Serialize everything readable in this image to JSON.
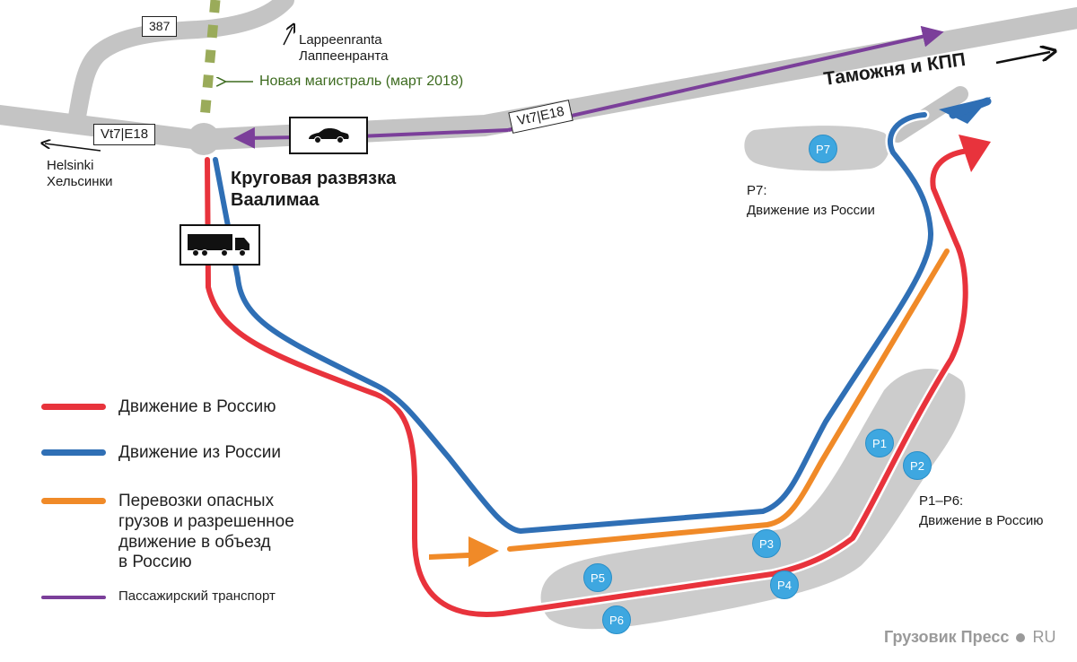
{
  "map": {
    "roads": {
      "route_387": "387",
      "vt7_e18_west": "Vt7|E18",
      "vt7_e18_east": "Vt7|E18"
    },
    "directions": {
      "lappeenranta_lat": "Lappeenranta",
      "lappeenranta_cyr": "Лаппеенранта",
      "helsinki_lat": "Helsinki",
      "helsinki_cyr": "Хельсинки",
      "customs": "Таможня и КПП"
    },
    "new_highway": "Новая магистраль (март 2018)",
    "roundabout": [
      "Круговая развязка",
      "Ваалимаа"
    ],
    "p7": {
      "title": "P7:",
      "desc": "Движение из России"
    },
    "p1_p6": {
      "title": "P1–P6:",
      "desc": "Движение в Россию"
    },
    "parking": [
      "P1",
      "P2",
      "P3",
      "P4",
      "P5",
      "P6",
      "P7"
    ],
    "vehicles": [
      "car-icon",
      "truck-icon"
    ]
  },
  "legend": {
    "items": [
      {
        "color": "#e8333c",
        "text": [
          "Движение в Россию"
        ]
      },
      {
        "color": "#2f6fb5",
        "text": [
          "Движение из России"
        ]
      },
      {
        "color": "#f08a28",
        "text": [
          "Перевозки опасных",
          "грузов и разрешенное",
          "движение в объезд",
          "в Россию"
        ]
      },
      {
        "color": "#7b3f9a",
        "text": [
          "Пассажирский транспорт"
        ]
      }
    ]
  },
  "watermark": "Грузовик Пресс",
  "watermark_suffix": "RU",
  "colors": {
    "road": "#c4c4c4",
    "lot": "#cccccc",
    "parking": "#3ea7e0",
    "new_highway": "#9aab5a"
  }
}
